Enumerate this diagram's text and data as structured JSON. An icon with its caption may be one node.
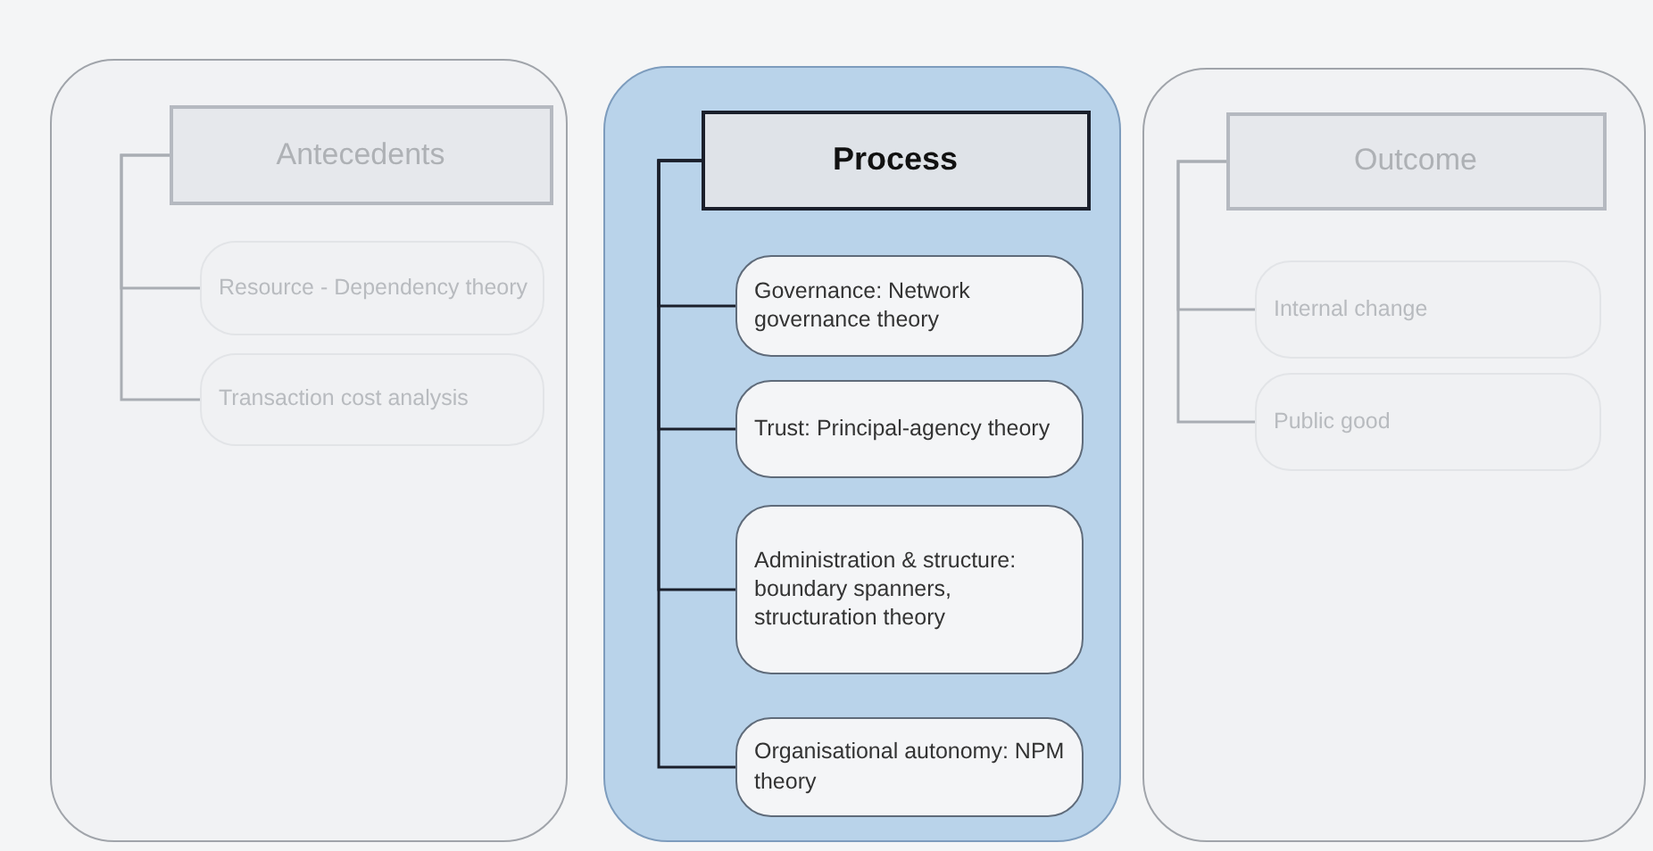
{
  "diagram": {
    "nodes": [
      {
        "text": [],
        "shape": "box"
      },
      {
        "text": [
          "Antecedents"
        ],
        "in": 0
      },
      {
        "text": [
          "Resource - Dependency theory"
        ],
        "in": 0
      },
      {
        "text": [
          "Transaction cost analysis"
        ],
        "in": 0
      },
      {
        "text": [],
        "shape": "box"
      },
      {
        "text": [
          "Process"
        ],
        "in": 4
      },
      {
        "text": [
          "Governance: Network governance theory"
        ],
        "in": 4
      },
      {
        "text": [
          "Trust: Principal-agency theory"
        ],
        "in": 4
      },
      {
        "text": [
          "Administration & structure: boundary spanners, structuration theory"
        ],
        "in": 4
      },
      {
        "text": [
          "Organisational autonomy: NPM theory"
        ],
        "in": 4
      },
      {
        "text": [],
        "shape": "box"
      },
      {
        "text": [
          "Outcome"
        ],
        "in": 10
      },
      {
        "text": [
          "Internal change"
        ],
        "in": 10
      },
      {
        "text": [
          "Public good"
        ],
        "in": 10
      }
    ],
    "edges": [
      {
        "from": 1,
        "to": 2,
        "arrow": "none"
      },
      {
        "from": 1,
        "to": 3,
        "arrow": "none"
      },
      {
        "from": 5,
        "to": 6,
        "arrow": "none",
        "color": "#1a1f2b"
      },
      {
        "from": 5,
        "to": 7,
        "arrow": "none",
        "color": "#1a1f2b"
      },
      {
        "from": 5,
        "to": 8,
        "arrow": "none",
        "color": "#1a1f2b"
      },
      {
        "from": 5,
        "to": 9,
        "arrow": "none",
        "color": "#1a1f2b"
      },
      {
        "from": 11,
        "to": 12,
        "arrow": "none"
      },
      {
        "from": 11,
        "to": 13,
        "arrow": "none"
      }
    ]
  }
}
